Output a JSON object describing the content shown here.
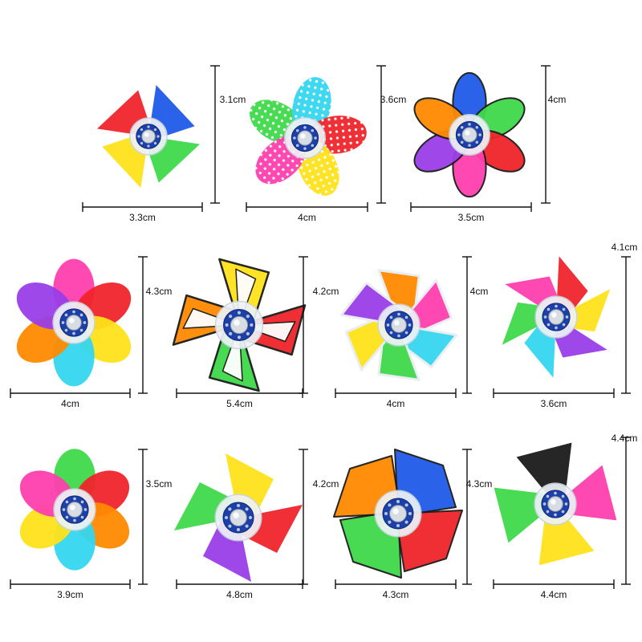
{
  "spinners": [
    {
      "name": "pinwheel-4-blade",
      "width_label": "3.3cm",
      "height_label": "3.1cm"
    },
    {
      "name": "flower-polka-dot",
      "width_label": "4cm",
      "height_label": "3.6cm"
    },
    {
      "name": "flower-6-petal",
      "width_label": "3.5cm",
      "height_label": "4cm"
    },
    {
      "name": "cherry-blossom",
      "width_label": "4cm",
      "height_label": "4.3cm"
    },
    {
      "name": "pinwheel-geometric",
      "width_label": "5.4cm",
      "height_label": "4.2cm"
    },
    {
      "name": "pinwheel-swirl",
      "width_label": "4cm",
      "height_label": "4cm"
    },
    {
      "name": "pinwheel-6-blade",
      "width_label": "3.6cm",
      "height_label": "4.1cm"
    },
    {
      "name": "flower-heart",
      "width_label": "3.9cm",
      "height_label": "3.5cm"
    },
    {
      "name": "pinwheel-angular",
      "width_label": "4.8cm",
      "height_label": "4.2cm"
    },
    {
      "name": "pinwheel-outlined",
      "width_label": "4.3cm",
      "height_label": "4.3cm"
    },
    {
      "name": "pinwheel-kite",
      "width_label": "4.4cm",
      "height_label": "4.4cm"
    }
  ],
  "colors": {
    "red": "#f0242b",
    "orange": "#ff8a00",
    "yellow": "#ffe21a",
    "green": "#3fd94a",
    "cyan": "#35d6f0",
    "blue": "#1f5be8",
    "purple": "#9a3ee8",
    "magenta": "#ff3fae",
    "black": "#1a1a1a",
    "hub_blue": "#1c3fa8"
  }
}
